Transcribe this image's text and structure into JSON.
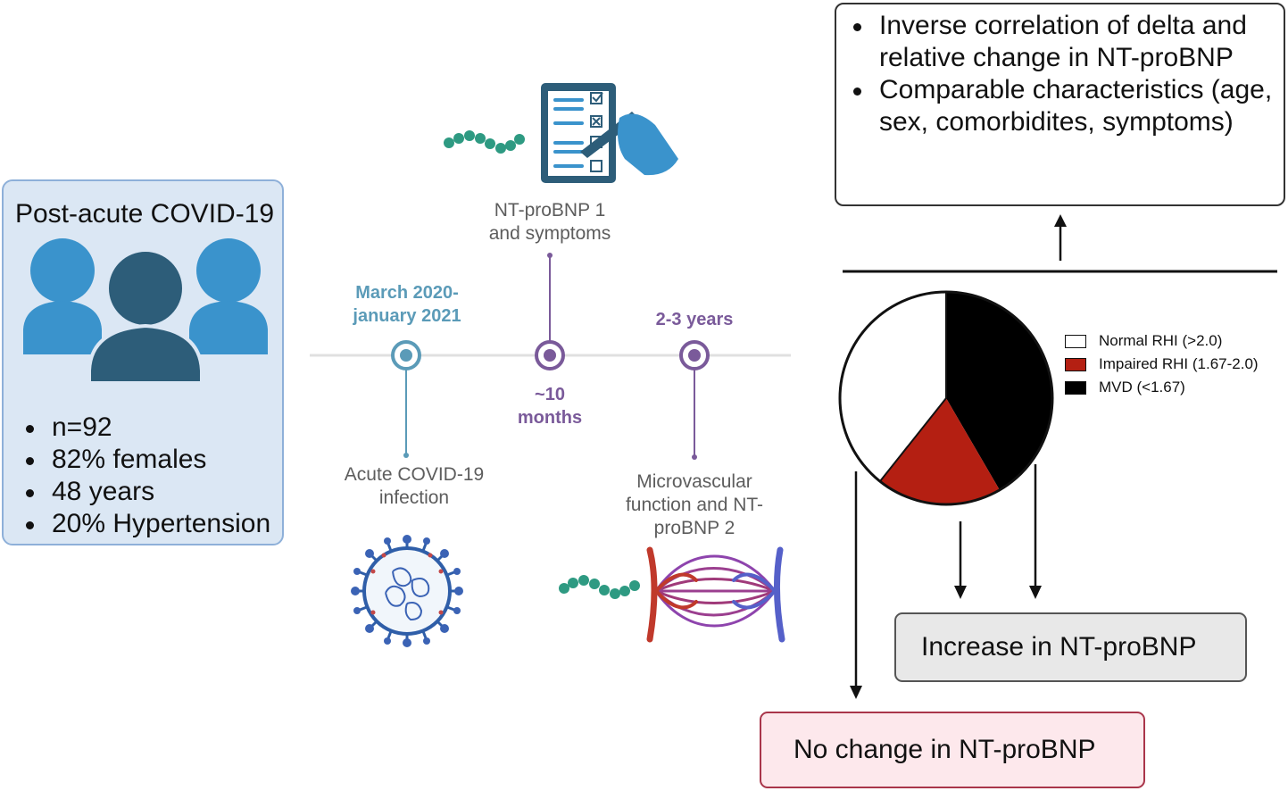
{
  "cohort": {
    "title": "Post-acute COVID-19",
    "items": [
      "n=92",
      "82% females",
      "48 years",
      "20% Hypertension"
    ]
  },
  "timeline": {
    "start_date": "March 2020-\njanuary 2021",
    "acute_label": "Acute COVID-19\ninfection",
    "visit1_label": "NT-proBNP 1\nand symptoms",
    "gap_label": "~10\nmonths",
    "followup_duration": "2-3 years",
    "visit2_label": "Microvascular\nfunction and NT-\nproBNP 2"
  },
  "results": {
    "items": [
      "Inverse correlation of delta and relative change in NT-proBNP",
      "Comparable characteristics (age, sex, comorbidites, symptoms)"
    ]
  },
  "pie_legend": [
    {
      "label": "Normal RHI (>2.0)",
      "color": "#ffffff"
    },
    {
      "label": "Impaired RHI (1.67-2.0)",
      "color": "#b41f12"
    },
    {
      "label": "MVD (<1.67)",
      "color": "#000000"
    }
  ],
  "outcomes": {
    "increase": "Increase in NT-proBNP",
    "no_change": "No change in NT-proBNP"
  },
  "colors": {
    "accent_blue": "#5b9bb8",
    "accent_purple": "#7a5a9a",
    "cohort_icon_light": "#3a93cc",
    "cohort_icon_dark": "#2d5d79"
  }
}
